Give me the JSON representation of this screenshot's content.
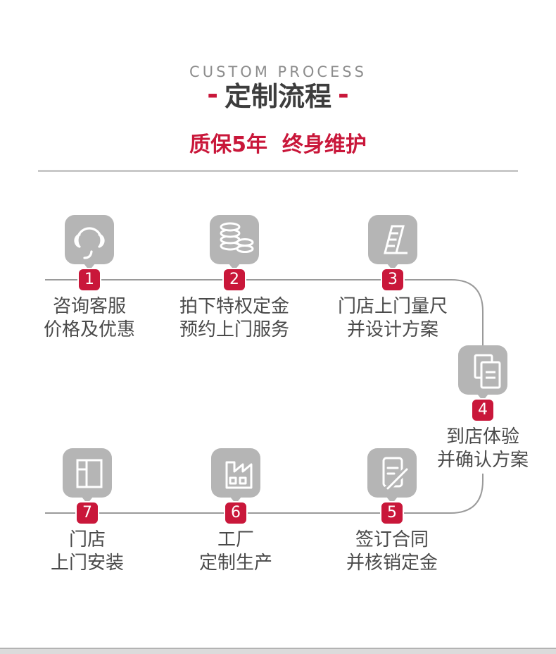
{
  "header": {
    "en_title": "CUSTOM PROCESS",
    "dash": "-",
    "cn_title": "定制流程",
    "subtitle": "质保5年  终身维护"
  },
  "colors": {
    "accent_red": "#c9173a",
    "icon_gray": "#b5b5b5",
    "connector_gray": "#9a9a9a",
    "text_dark": "#4a4a4a"
  },
  "steps": [
    {
      "num": "1",
      "icon": "headset-icon",
      "line1": "咨询客服",
      "line2": "价格及优惠"
    },
    {
      "num": "2",
      "icon": "coins-icon",
      "line1": "拍下特权定金",
      "line2": "预约上门服务"
    },
    {
      "num": "3",
      "icon": "ruler-icon",
      "line1": "门店上门量尺",
      "line2": "并设计方案"
    },
    {
      "num": "4",
      "icon": "documents-icon",
      "line1": "到店体验",
      "line2": "并确认方案"
    },
    {
      "num": "5",
      "icon": "contract-icon",
      "line1": "签订合同",
      "line2": "并核销定金"
    },
    {
      "num": "6",
      "icon": "factory-icon",
      "line1": "工厂",
      "line2": "定制生产"
    },
    {
      "num": "7",
      "icon": "wardrobe-icon",
      "line1": "门店",
      "line2": "上门安装"
    }
  ]
}
